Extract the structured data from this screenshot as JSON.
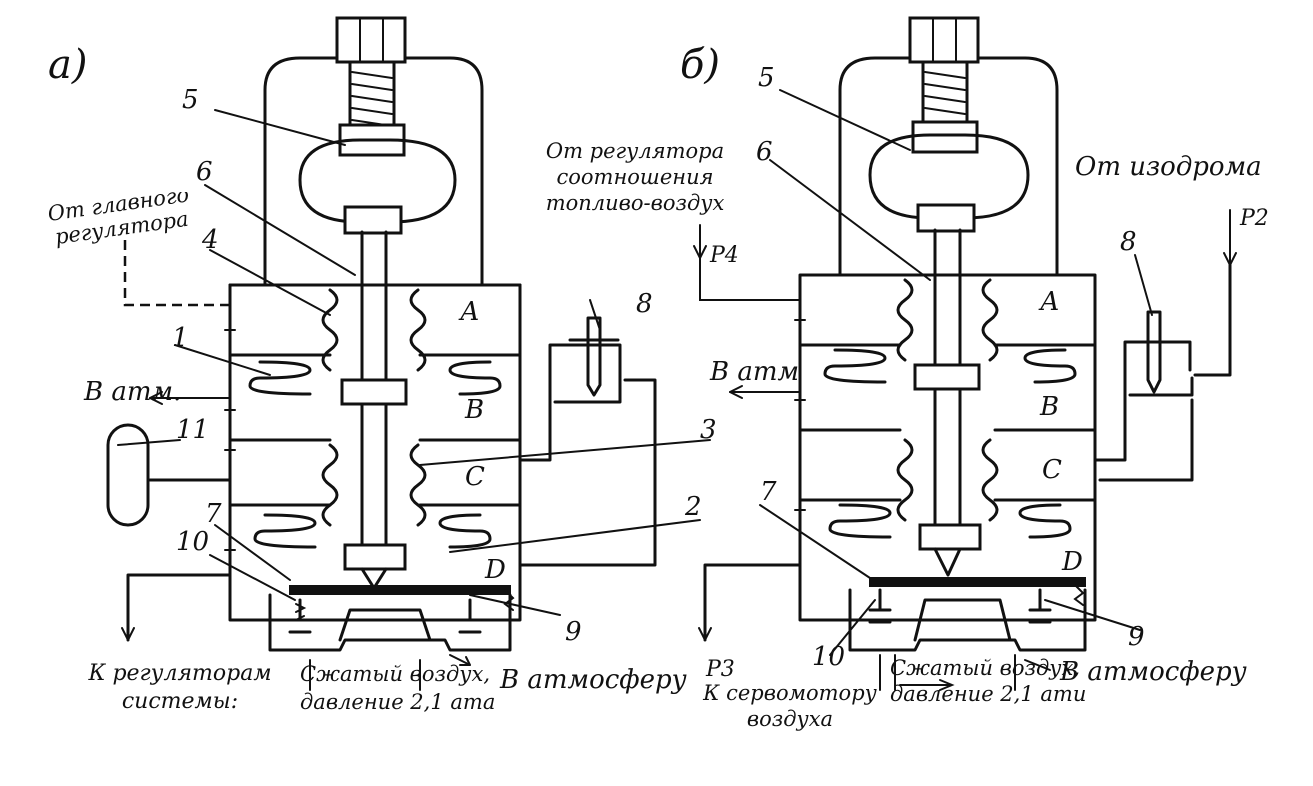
{
  "figure": {
    "panel_a": {
      "title": "а)",
      "from_main_regulator": "От главного регулятора",
      "to_atm": "В атм.",
      "to_regulators": "К регуляторам системы:",
      "compressed_air": "Сжатый воздух, давление 2,1 ата",
      "to_atmosphere": "В атмосферу",
      "chambers": [
        "А",
        "В",
        "С",
        "D"
      ],
      "numbers": [
        "5",
        "6",
        "4",
        "1",
        "11",
        "7",
        "10",
        "8",
        "3",
        "2",
        "9"
      ]
    },
    "panel_b": {
      "title": "б)",
      "from_ratio_regulator": "От регулятора соотношения топливо-воздух",
      "p4": "P4",
      "from_isodrome": "От изодрома",
      "p2": "P2",
      "to_atm": "В атм",
      "p3": "P3",
      "to_servomotor": "К сервомотору воздуха",
      "compressed_air": "Сжатый воздух, давление 2,1 ати",
      "to_atmosphere": "В атмосферу",
      "chambers": [
        "А",
        "В",
        "С",
        "D"
      ],
      "numbers": [
        "5",
        "6",
        "8",
        "7",
        "10",
        "9"
      ]
    }
  }
}
